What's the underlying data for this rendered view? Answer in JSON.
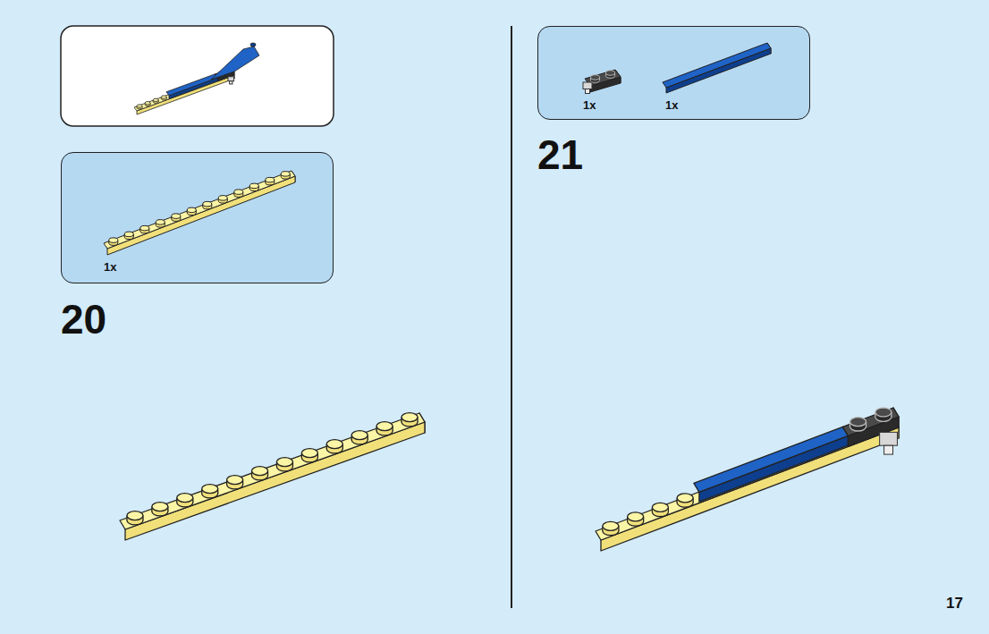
{
  "diagram": {
    "nodes": [
      {
        "text": [
          "1x"
        ]
      },
      {
        "text": [
          "1x",
          "1x"
        ]
      }
    ],
    "labels": [
      "20",
      "21",
      "17"
    ]
  }
}
